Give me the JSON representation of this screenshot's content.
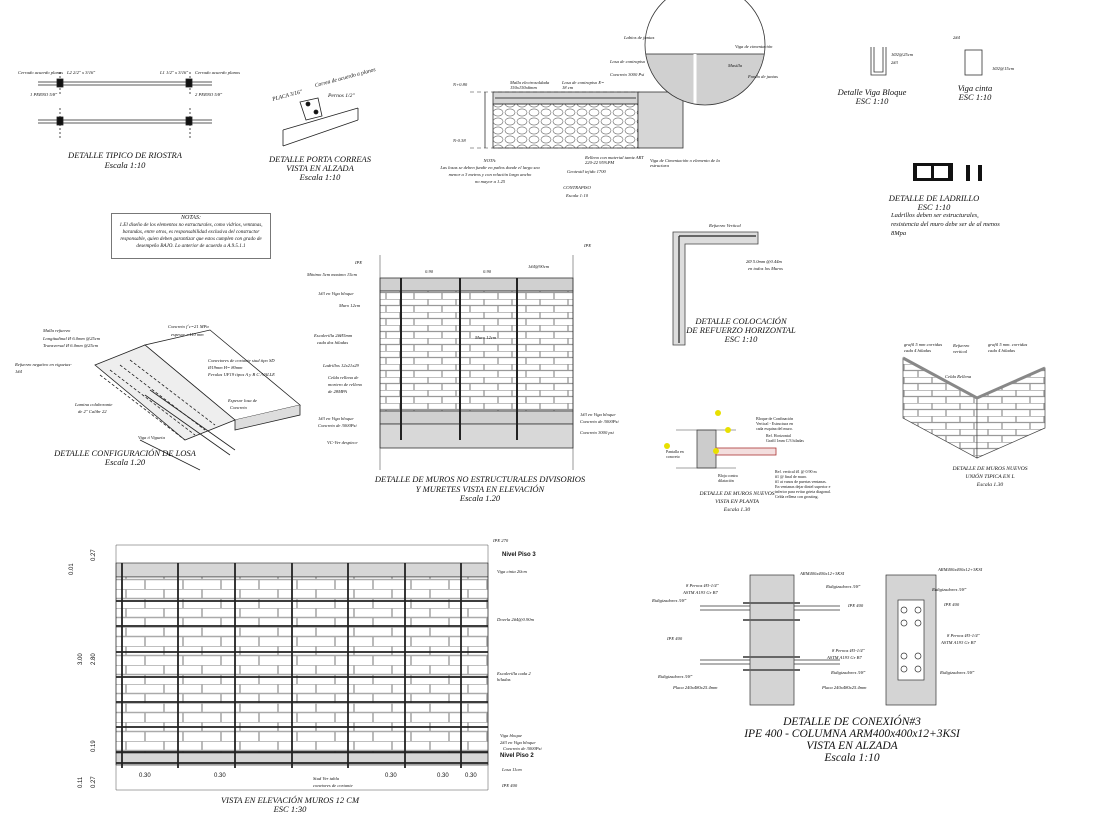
{
  "riostra": {
    "title": "DETALLE TIPICO DE RIOSTRA",
    "scale": "Escala 1:10",
    "labels": [
      "Cerrado acuerdo planos",
      "L2 2/2\" x 3/16\"",
      "L1 1/2\" x 3/16\"",
      "Cerrado acuerdo planos",
      "1 PERNO 5/8\"",
      "2 PERNO 5/8\""
    ]
  },
  "porta_correas": {
    "title": "DETALLE PORTA CORREAS",
    "subtitle": "VISTA EN ALZADA",
    "scale": "Escala 1:10",
    "labels": [
      "PLACA 3/16\"",
      "Correa de acuerdo a planos",
      "Pernos 1/2\""
    ]
  },
  "contrapiso": {
    "title": "CONTRAPISO",
    "scale": "Escala 1:10",
    "levels": [
      "N+0.80",
      "N-0.38"
    ],
    "labels": [
      "Labios de juntas",
      "Viga de cimentación",
      "Losa de contrapiso",
      "Masilla",
      "Fondo de juntas",
      "Malla electrosoldada 150x150x6mm",
      "Losa de contrapiso E= 18 cm",
      "Concreto 3000 Psi",
      "Relleno con material tamiz ART 220-22 95%PM",
      "Geotextil tejido 1700",
      "Viga de Cimentación o elemento de la estructura"
    ],
    "note_title": "NOTA:",
    "note": [
      "Las losas se deben fundir en paños donde el largo sea",
      "menor a 3 metros y con relación largo ancho",
      "no mayor a 1.25"
    ]
  },
  "viga_bloque": {
    "title": "Detalle Viga Bloque",
    "scale": "ESC 1:10",
    "labels": [
      "1Ø2@25cm",
      "2#3"
    ]
  },
  "viga_cinta": {
    "title": "Viga cinta",
    "scale": "ESC 1:10",
    "labels": [
      "2#4",
      "1Ø2@15cm"
    ]
  },
  "ladrillo": {
    "title": "DETALLE DE LADRILLO",
    "scale": "ESC 1:10",
    "note": [
      "Ladrillos deben ser estructurales,",
      "resistencia del muro debe ser de al menos",
      "8Mpa"
    ]
  },
  "notas": {
    "title": "NOTAS:",
    "lines": [
      "1.El diseño de los elementos no estructurales, como vidrios, ventanas,",
      "barandas, entre otros, es responsabilidad exclusiva del constructor",
      "responsable, quien deben garantizar que estos cumplen con grado de",
      "desempeño BAJO. Lo anterior de acuerdo a A.9.5.1.1"
    ]
  },
  "losa": {
    "title": "DETALLE CONFIGURACIÓN DE LOSA",
    "scale": "Escala 1.20",
    "labels": [
      "Malla refuerzo",
      "Longitudinal Ø 6.0mm @25cm",
      "Transversal Ø 6.0mm @25cm",
      "Concreto f´c=21 MPa",
      "espesor =110 mm",
      "Refuerzo negativo en viguetas-",
      "1#4",
      "Conectores de cortante stud tipo SD",
      "Ø19mm H= 80mm",
      "Ferulas UF19 tipos A y B C /VALLE",
      "Lamina colaborante",
      "de 2\" Calibr 22",
      "Espesor losa de",
      "Concreto",
      "Viga ó Vigueta"
    ]
  },
  "muros_no_estructurales": {
    "title": "DETALLE DE MUROS NO ESTRUCTURALES DIVISORIOS",
    "subtitle": "Y MURETES VISTA EN ELEVACIÓN",
    "scale": "Escala 1.20",
    "labels": [
      "IPE",
      "IPE",
      "Mínimo 5cm maximo 15cm",
      "1#4@90cm",
      "1#3 en Viga bloque",
      "Muro 12cm",
      "Escalerilla 2#Ø5mm",
      "cada dos hiladas",
      "Muro 12cm",
      "Ladrillos 12x21x29",
      "Celda rellena de",
      "mortero de relleno",
      "de 28MPA",
      "1#3 en Viga bloque",
      "Concreto de 3000Psi",
      "1#3 en Viga bloque",
      "Concreto de 3000Psi",
      "Concreto 3000 psi",
      "VC-Ver despiece"
    ],
    "dims": [
      "0.90",
      "0.90"
    ]
  },
  "refuerzo_horizontal": {
    "title": "DETALLE COLOCACIÓN",
    "subtitle": "DE REFUERZO HORIZONTAL",
    "scale": "ESC 1:10",
    "labels": [
      "Refuerzo Vertical",
      "2Ø 5.0mm @0.44m",
      "en todos los Muros"
    ]
  },
  "muros_planta": {
    "title": "DETALLE DE MUROS NUEVOS",
    "subtitle": "VISTA EN PLANTA",
    "scale": "Escala 1.30",
    "labels": [
      "Bloque de Confinación",
      "Vertical - Estructura en",
      "cada esquina del muro.",
      "Ref. Horizontal",
      "Grafil 1mm C/3 hiladas",
      "Pantalla en concreto",
      "Bloja contra dilatación",
      "Ref. vertical #1 @ 0.90 m",
      "#1 @ final de muro.",
      "#1 at vanos de puertas ventanas.",
      "En ventanas dejar dintel superior e",
      "inferior para evitar grieta diagonal.",
      "Celda rellena con grouting."
    ]
  },
  "union_l": {
    "title": "DETALLE DE MUROS NUEVOS",
    "subtitle": "UNIÓN TIPICA EN L",
    "scale": "Escala 1.30",
    "labels": [
      "grafil 5 mm corridas",
      "cada 4 hiladas",
      "Refuerzo",
      "vertical",
      "grafil 5 mm. corridas",
      "cada 4 hiladas",
      "Celda Rellena"
    ]
  },
  "elevacion": {
    "title": "VISTA EN ELEVACIÓN MUROS 12 CM",
    "scale": "ESC 1:30",
    "levels": [
      "Nivel Piso 3",
      "Nivel Piso 2"
    ],
    "labels": [
      "IPE 270",
      "Viga cinta 20cm",
      "Dovela 2#4@0.90m",
      "Escalerilla cada 2",
      "hiladas",
      "Viga bloque",
      "2#3 en Viga bloque",
      "Concreto de 3000Psi",
      "Losa 11cm",
      "Stud Ver tabla",
      "conetores de cortante",
      "IPE 400"
    ],
    "dims_left": [
      "0.01",
      "0.27",
      "3.00",
      "2.80",
      "0.19",
      "0.11",
      "0.27"
    ],
    "dims_bottom": [
      "0.30",
      "0.30",
      "0.30",
      "0.30",
      "0.30"
    ]
  },
  "conexion": {
    "title": "DETALLE DE CONEXIÓN#3",
    "line2": "IPE 400 - COLUMNA ARM400x400x12+3KSI",
    "line3": "VISTA EN ALZADA",
    "scale": "Escala 1:10",
    "labels": [
      "ARM400x400x12+3KSI",
      "8 Pernos Ø3-1/4\"",
      "ASTM A193 Gr B7",
      "Ridigizadores 3/8\"",
      "Ridigizadores 3/8\"",
      "IPE 400",
      "IPE 400",
      "8 Pernos Ø3-1/4\"",
      "ASTM A193 Gr B7",
      "Ridigizadores 3/8\"",
      "Ridigizadores 3/8\"",
      "Placa 240x480x25.4mm",
      "Placa 240x480x25.4mm",
      "ARM400x400x12+3KSI",
      "Ridigizadores 3/8\"",
      "IPE 400",
      "8 Pernos Ø3-1/4\"",
      "ASTM A193 Gr B7",
      "Ridigizadores 3/8\""
    ]
  },
  "colors": {
    "line": "#111111",
    "concrete": "#d4d4d4",
    "brick_joint": "#9a9a9a",
    "marker": "#e8e000"
  }
}
